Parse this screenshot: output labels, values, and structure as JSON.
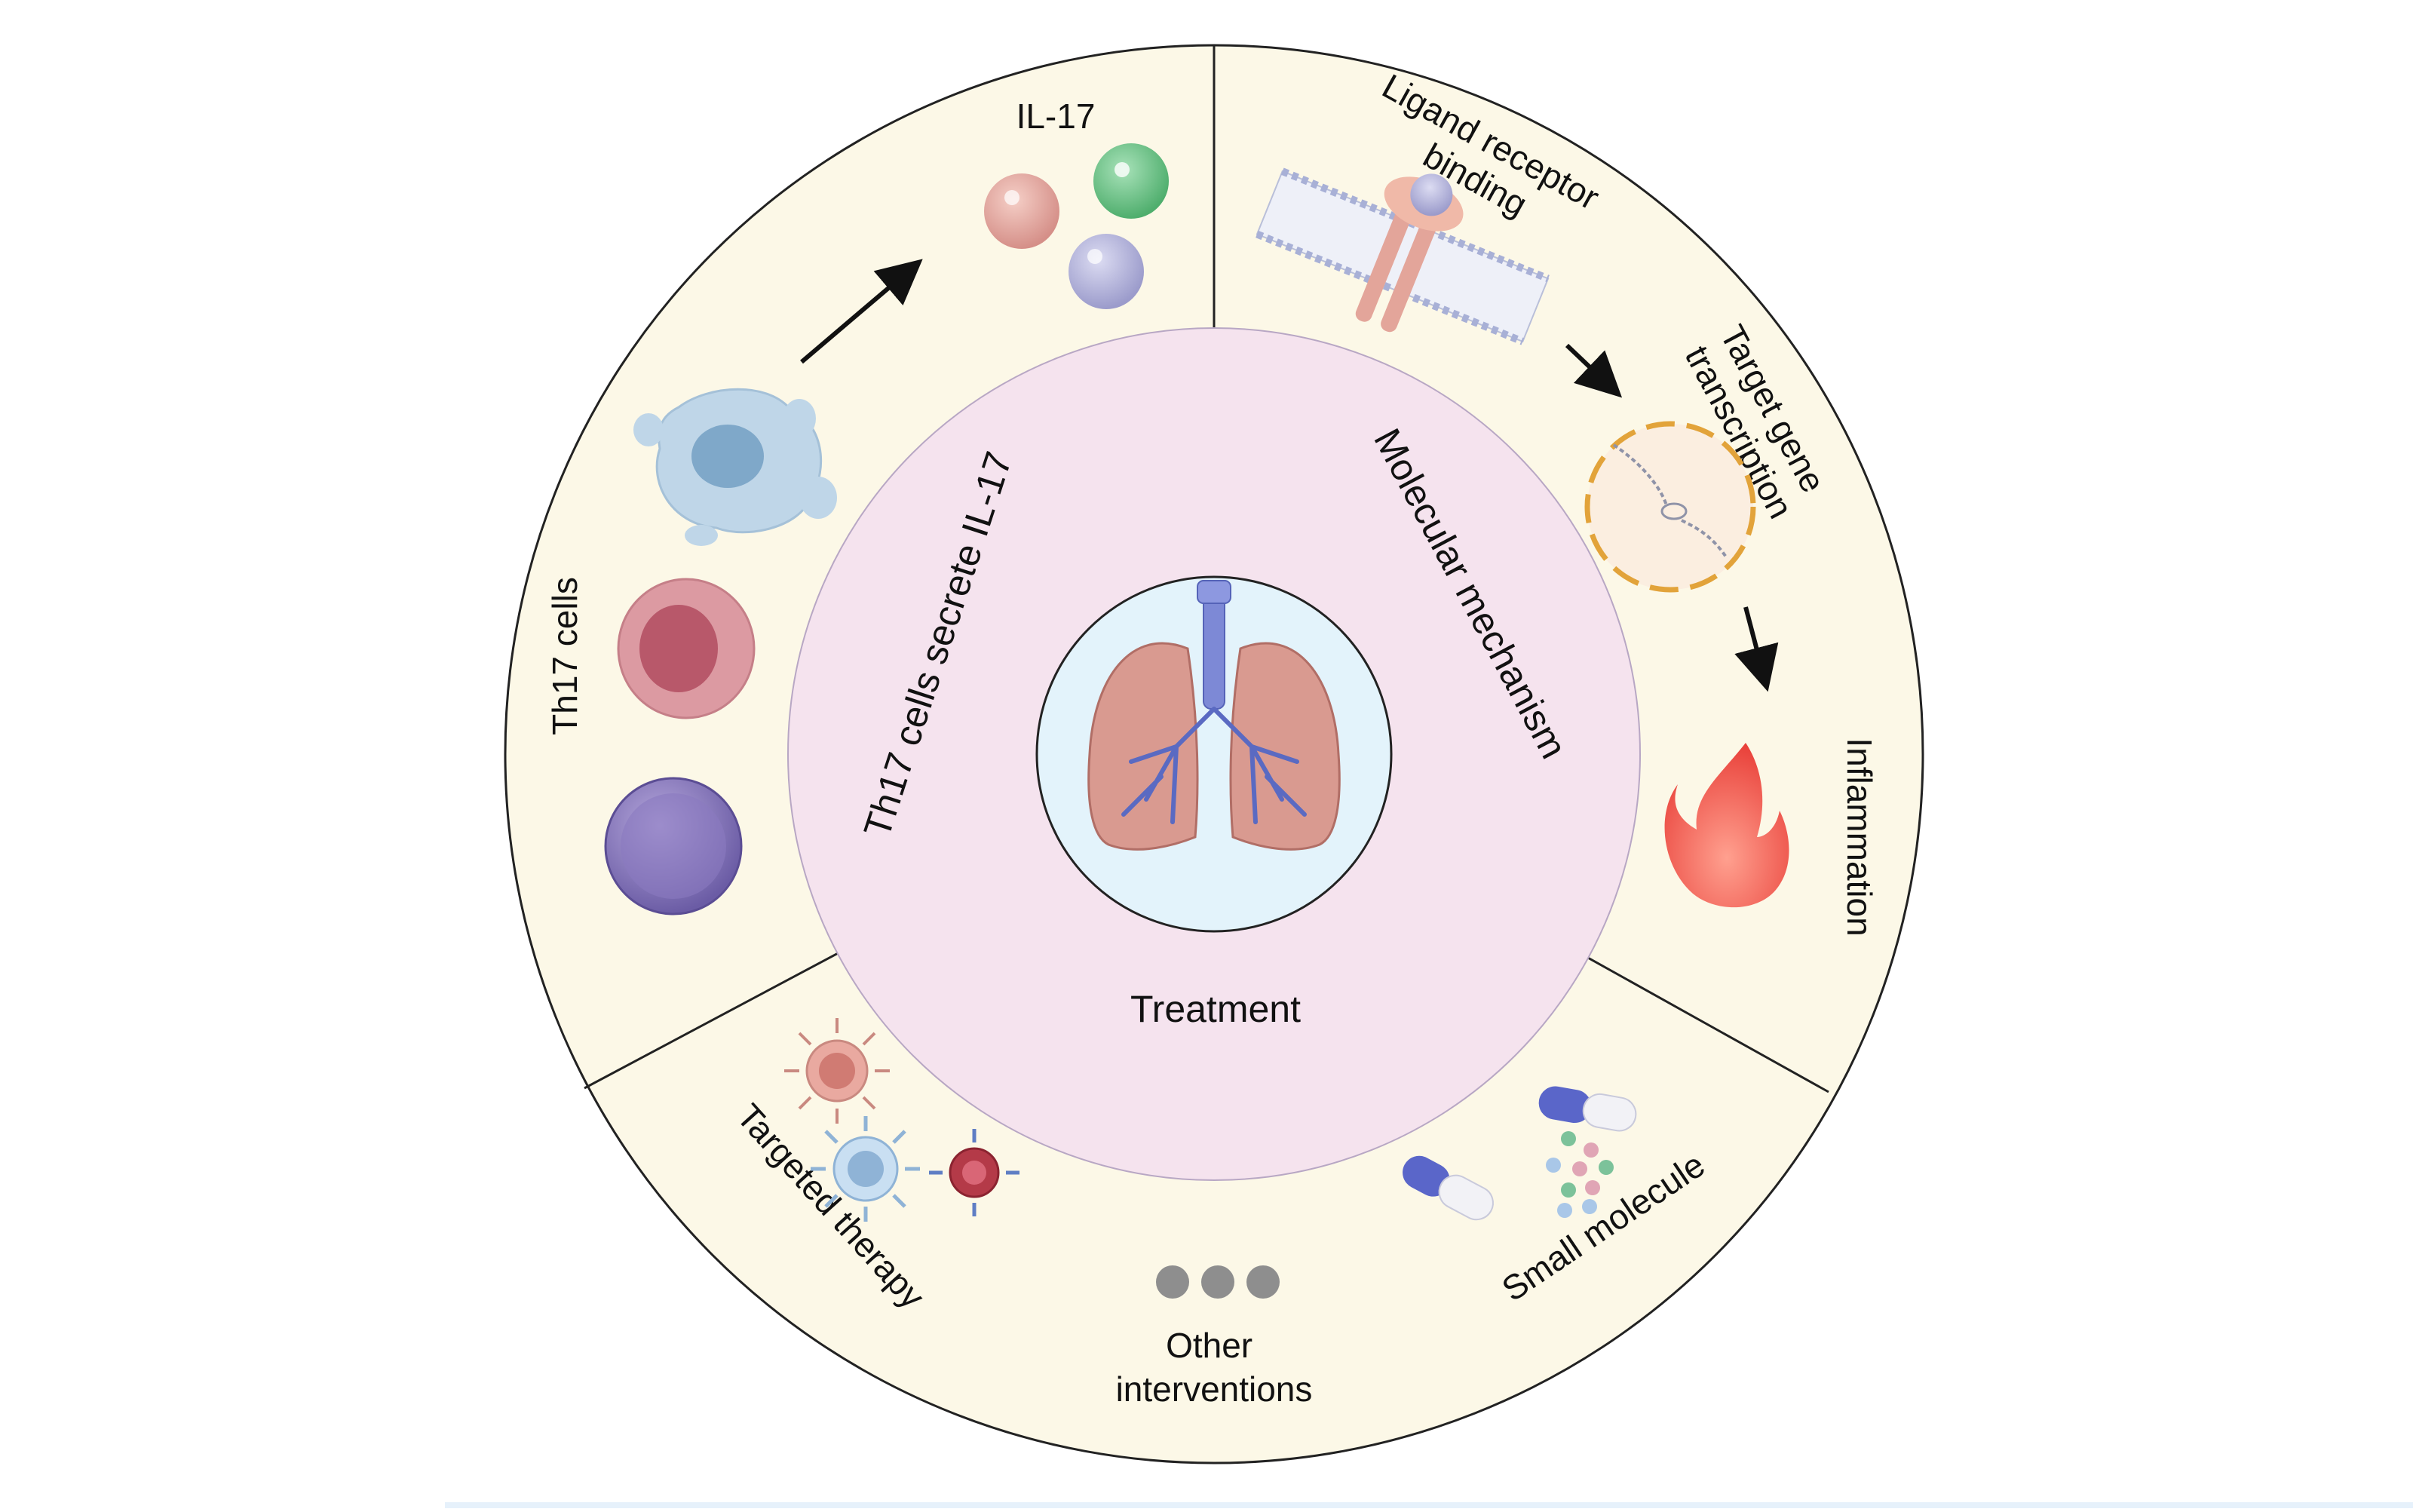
{
  "center_icon": "lungs-icon",
  "inner_ring": {
    "sections": [
      {
        "id": "il17",
        "label": "Th17 cells secrete IL-17"
      },
      {
        "id": "mechanism",
        "label": "Molecular mechanism"
      },
      {
        "id": "treatment",
        "label": "Treatment"
      }
    ]
  },
  "outer_ring": {
    "th17_cells": "Th17 cells",
    "il17": "IL-17",
    "ligand": [
      "Ligand receptor",
      "binding"
    ],
    "target_gene": [
      "Target gene",
      "transcription"
    ],
    "inflammation": "Inflammation",
    "small_molecule": "Small molecule",
    "other": [
      "Other",
      "interventions"
    ],
    "targeted": "Targeted therapy"
  },
  "icons": [
    "th17-cell-icon",
    "il17-molecule-icon",
    "membrane-receptor-icon",
    "nucleus-icon",
    "flame-icon",
    "capsule-icon",
    "antibody-cell-icon",
    "dots-icon",
    "arrow-icon"
  ],
  "colors": {
    "outer_ring": "#fcf8e7",
    "inner_ring": "#f5e3ee",
    "center": "#e3f3fb",
    "flame": "#f0524a",
    "nucleus_border": "#e2a33a"
  }
}
